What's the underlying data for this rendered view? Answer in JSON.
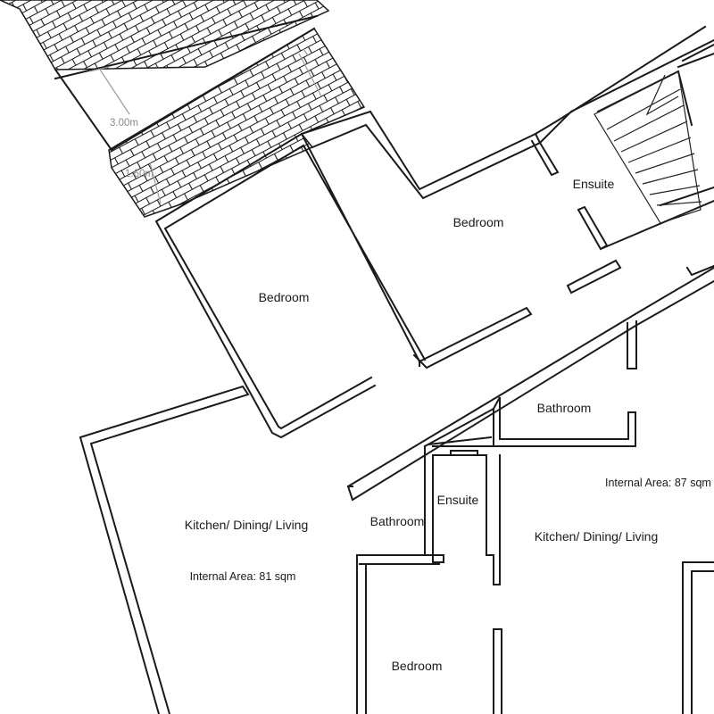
{
  "plan": {
    "rooms_upper": {
      "bedroom_left": "Bedroom",
      "bedroom_right": "Bedroom",
      "ensuite": "Ensuite"
    },
    "rooms_lower": {
      "bathroom_top": "Bathroom",
      "bathroom_left": "Bathroom",
      "ensuite": "Ensuite",
      "kitchen_left": "Kitchen/ Dining/ Living",
      "kitchen_right": "Kitchen/ Dining/ Living",
      "bedroom_bottom": "Bedroom"
    },
    "areas": {
      "left": "Internal Area: 81 sqm",
      "right": "Internal Area: 87 sqm"
    },
    "dimensions": {
      "width": "3.00m",
      "depth": "1.60m"
    },
    "colors": {
      "wall": "#1a1a1a",
      "dimension": "#9a9a9a",
      "background": "#ffffff"
    }
  }
}
